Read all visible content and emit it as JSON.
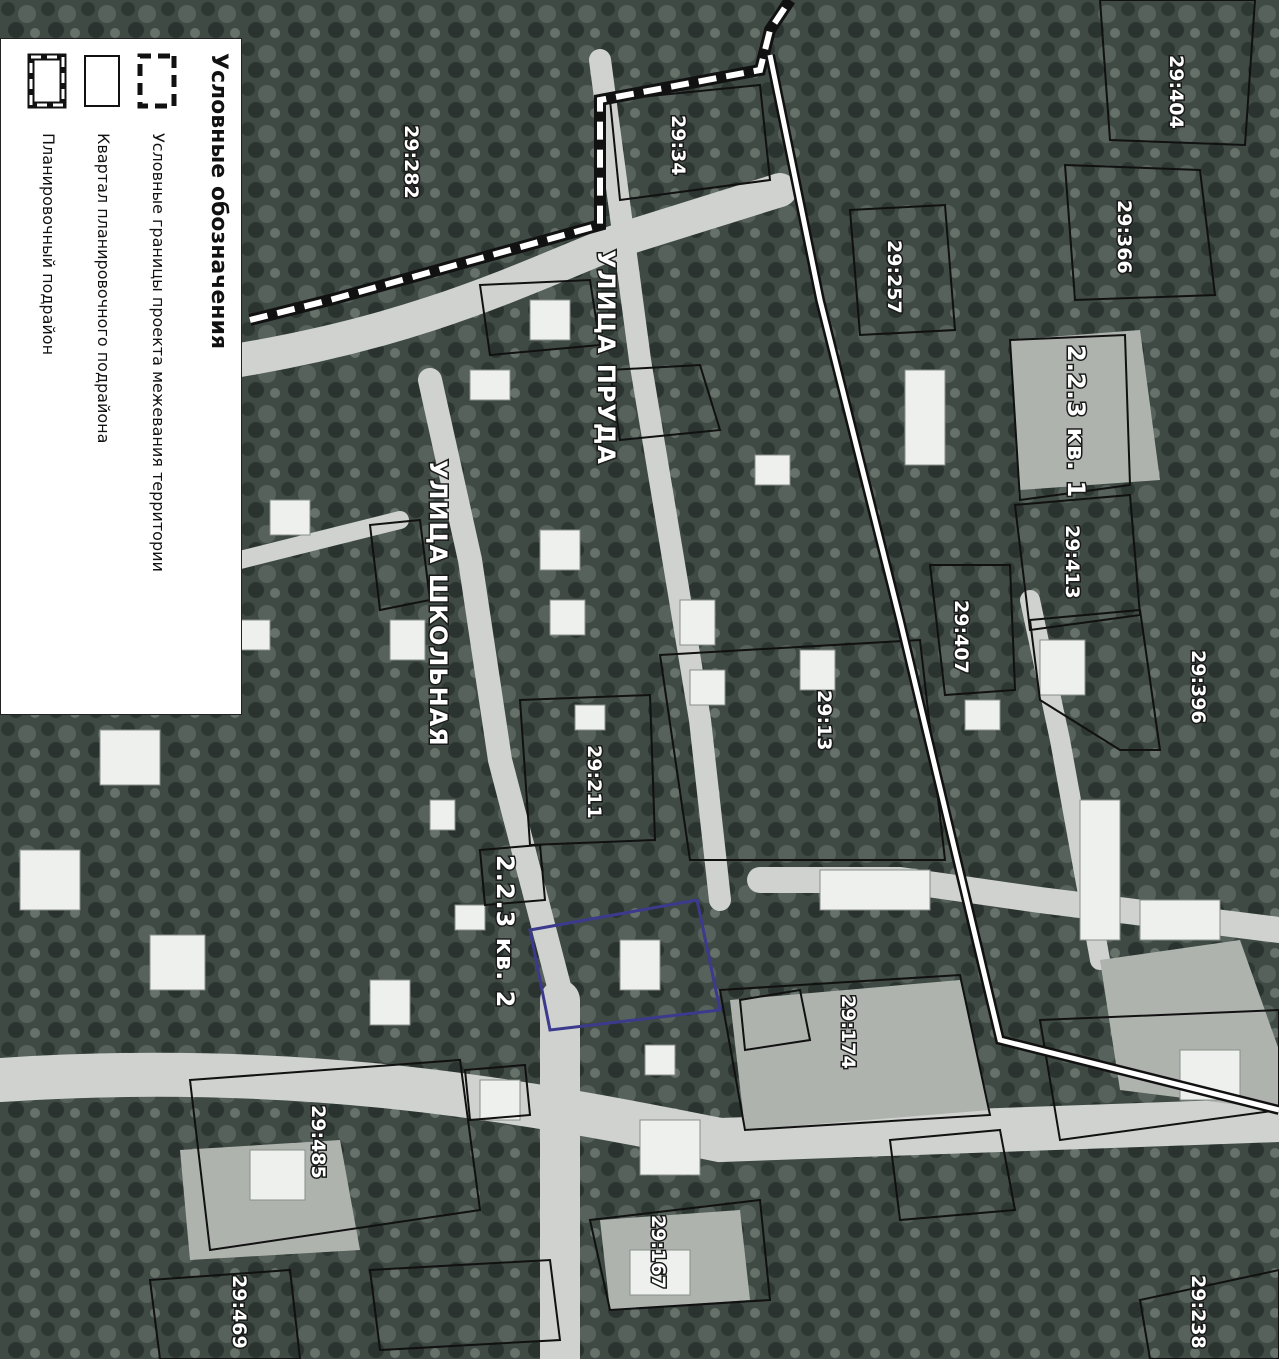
{
  "legend": {
    "title": "Условные обозначения",
    "items": [
      {
        "label": "Условные границы проекта межевания территории",
        "symbol": "dashed-boundary-icon"
      },
      {
        "label": "Квартал планировочного подрайона",
        "symbol": "quarter-boundary-icon"
      },
      {
        "label": "Планировочный подрайон",
        "symbol": "subdistrict-boundary-icon"
      }
    ]
  },
  "map": {
    "parcels": [
      "29:282",
      "29:34",
      "29:257",
      "29:404",
      "29:366",
      "29:413",
      "29:396",
      "29:407",
      "29:13",
      "29:211",
      "29:174",
      "29:485",
      "29:167",
      "29:469",
      "29:238"
    ],
    "quarters": [
      "2.2.3 кв. 1",
      "2.2.3 кв. 2"
    ],
    "streets": [
      "УЛИЦА ПРУДА",
      "УЛИЦА ШКОЛЬНАЯ"
    ],
    "colors": {
      "vegetation": "#3f4a44",
      "roads": "#cfd2cf",
      "buildings": "#eef0ee",
      "boundary": "#111111",
      "selected_parcel": "#3b3a8c"
    }
  }
}
